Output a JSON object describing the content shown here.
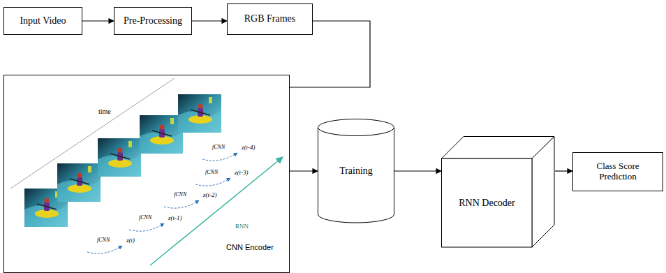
{
  "diagram": {
    "nodes": [
      {
        "text": [
          "Input Video"
        ]
      },
      {
        "text": [
          "Pre-Processing"
        ]
      },
      {
        "text": [
          "RGB Frames"
        ]
      },
      {
        "text": [
          "CNN Encoder"
        ]
      },
      {
        "text": [
          "Training"
        ]
      },
      {
        "text": [
          "RNN Decoder"
        ]
      },
      {
        "text": [
          "Class Score Prediction"
        ]
      }
    ],
    "edges": [
      {
        "from": 0,
        "to": 1,
        "arrow": "to"
      },
      {
        "from": 1,
        "to": 2,
        "arrow": "to"
      },
      {
        "from": 2,
        "to": 3,
        "arrow": "none"
      },
      {
        "from": 3,
        "to": 4,
        "arrow": "to"
      },
      {
        "from": 4,
        "to": 5,
        "arrow": "to"
      },
      {
        "from": 5,
        "to": 6,
        "arrow": "to"
      }
    ],
    "labels": [
      "time",
      "RNN",
      "fCNN",
      "z(t)",
      "fCNN",
      "z(t-1)",
      "fCNN",
      "z(t-2)",
      "fCNN",
      "z(t-3)",
      "fCNN",
      "z(t-4)"
    ]
  }
}
